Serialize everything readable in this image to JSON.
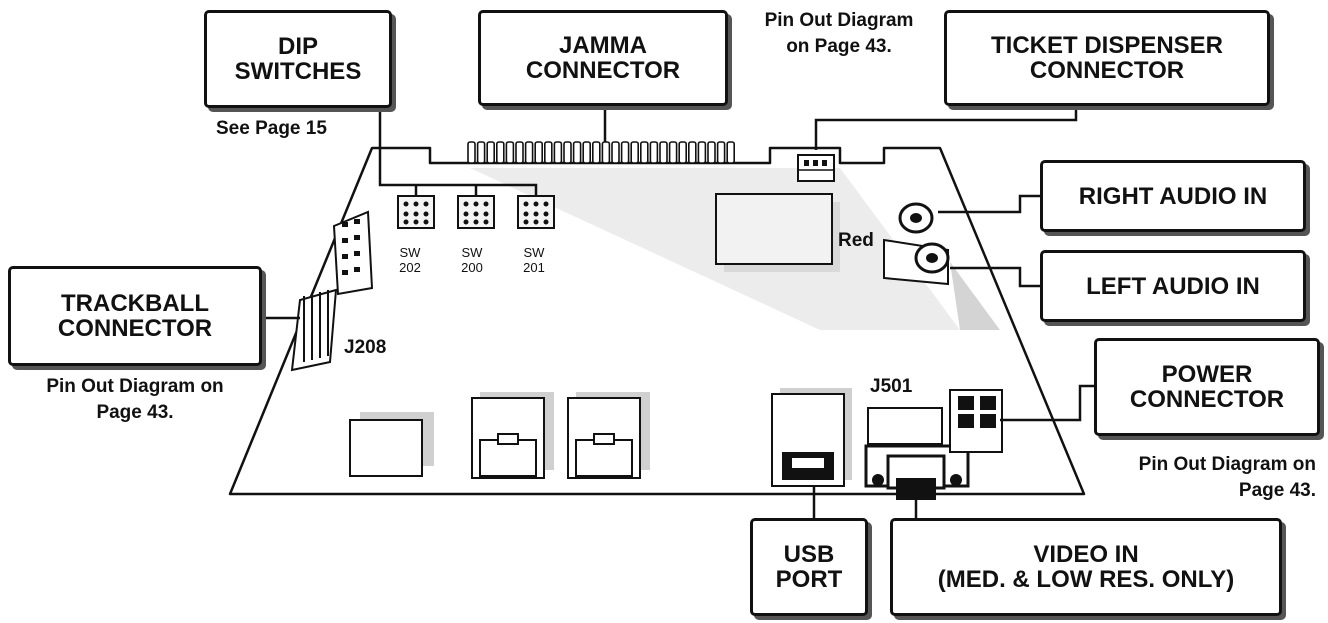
{
  "callouts": {
    "dip_switches": [
      "DIP",
      "SWITCHES"
    ],
    "jamma_connector": [
      "JAMMA",
      "CONNECTOR"
    ],
    "ticket_dispenser": [
      "TICKET DISPENSER",
      "CONNECTOR"
    ],
    "right_audio": [
      "RIGHT AUDIO IN"
    ],
    "left_audio": [
      "LEFT AUDIO IN"
    ],
    "trackball": [
      "TRACKBALL",
      "CONNECTOR"
    ],
    "power": [
      "POWER",
      "CONNECTOR"
    ],
    "usb": [
      "USB",
      "PORT"
    ],
    "video": [
      "VIDEO IN",
      "(MED. & LOW RES. ONLY)"
    ]
  },
  "notes": {
    "see_page": "See Page 15",
    "jamma_pinout": [
      "Pin Out Diagram",
      "on Page 43."
    ],
    "trackball_pinout": [
      "Pin Out Diagram on",
      "Page 43."
    ],
    "power_pinout": [
      "Pin Out Diagram on",
      "Page 43."
    ]
  },
  "board_labels": {
    "sw202": [
      "SW",
      "202"
    ],
    "sw200": [
      "SW",
      "200"
    ],
    "sw201": [
      "SW",
      "201"
    ],
    "j208": "J208",
    "j501": "J501",
    "red": "Red"
  }
}
